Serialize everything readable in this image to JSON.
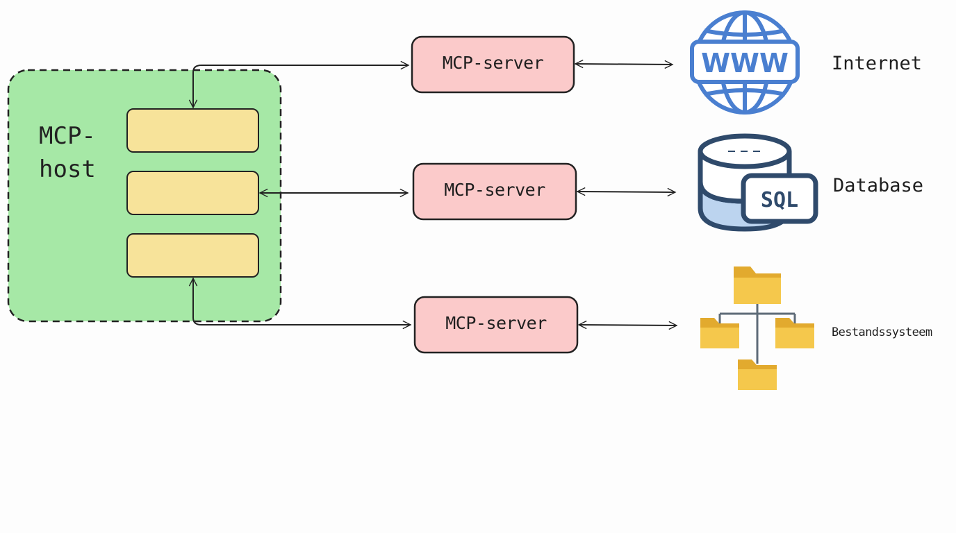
{
  "host": {
    "label": "MCP-\nhost",
    "fill_color": "#a6e8a6",
    "client_fill_color": "#f7e39a"
  },
  "servers": [
    {
      "label": "MCP-server",
      "resource": "Internet",
      "icon": "globe-www-icon"
    },
    {
      "label": "MCP-server",
      "resource": "Database",
      "icon": "sql-database-icon"
    },
    {
      "label": "MCP-server",
      "resource": "Bestandssysteem",
      "icon": "folder-tree-icon"
    }
  ],
  "icon_text": {
    "www": "WWW",
    "sql": "SQL"
  },
  "colors": {
    "server_fill": "#fbcaca",
    "globe": "#4a7fd0",
    "database_dark": "#2f4a6b",
    "database_light": "#bcd4ef",
    "folder": "#f3c44a"
  }
}
